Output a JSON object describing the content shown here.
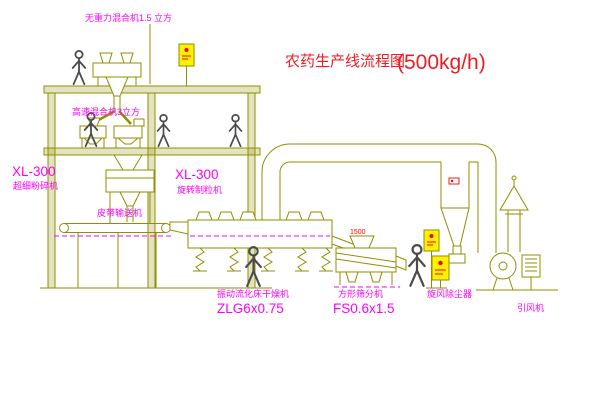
{
  "title": {
    "text": "农药生产线流程图",
    "capacity": "(500kg/h)"
  },
  "labels": {
    "mixer_top": "无重力混合机1.5 立方",
    "high_speed_mixer": "高速混合机3立方",
    "xl_left_model": "XL-300",
    "xl_left_name": "超细粉碎机",
    "xl_center_model": "XL-300",
    "xl_center_name": "旋转制粒机",
    "belt_conveyor": "皮带输送机",
    "dryer_name": "振动流化床干燥机",
    "dryer_model": "ZLG6x0.75",
    "sieve_name": "方形筛分机",
    "sieve_model": "FS0.6x1.5",
    "cyclone": "旋风除尘器",
    "fan": "引风机",
    "dim_1500": "1500"
  },
  "colors": {
    "line": "#8f8f00",
    "label": "#ff00ff",
    "title": "#ed1c24",
    "red": "#ff0000",
    "panel_yellow": "#fff200",
    "background": "#ffffff"
  }
}
